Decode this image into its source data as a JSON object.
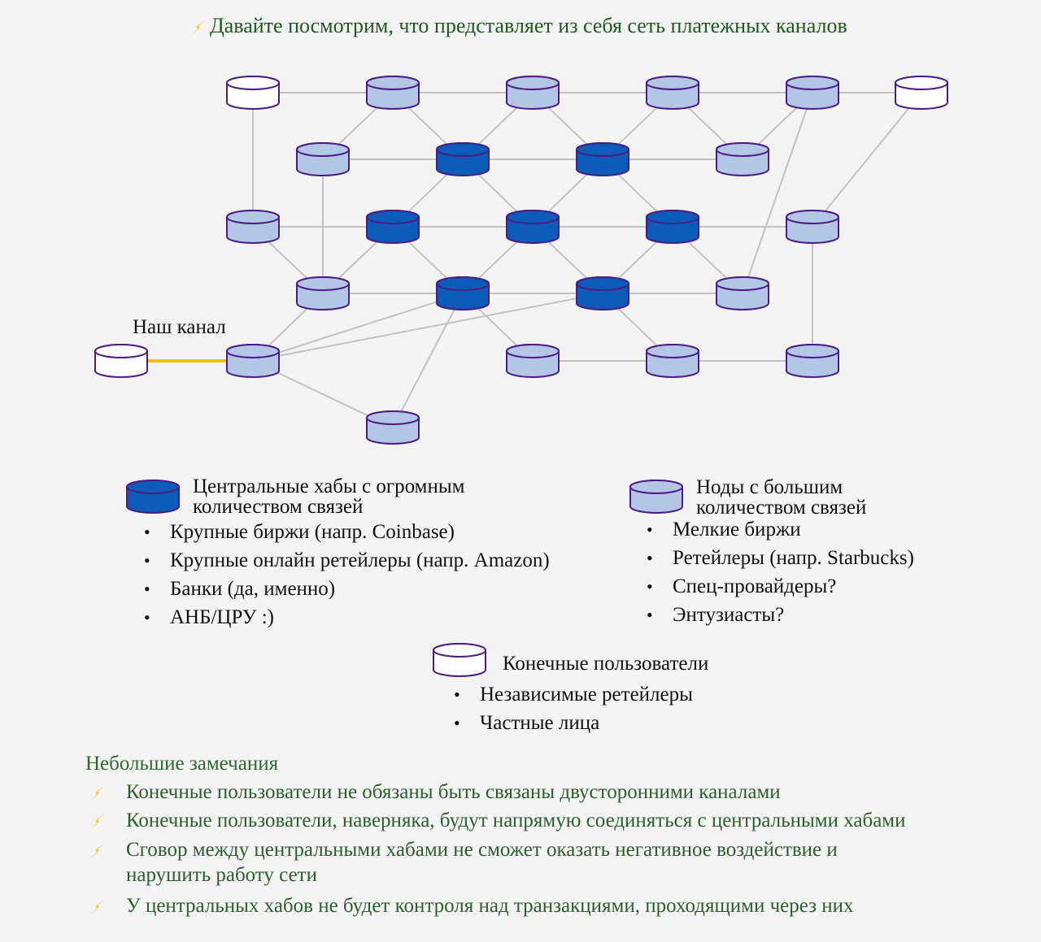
{
  "title": "Давайте посмотрим, что представляет из себя сеть платежных каналов",
  "our_channel_label": "Наш канал",
  "colors": {
    "hub": "#0a5cb8",
    "node": "#b4c6e6",
    "user": "#ffffff",
    "outline": "#4b1b86",
    "edge": "#c3c3c3",
    "our_channel": "#f4c000",
    "bolt": "#f5c000"
  },
  "legend": {
    "hubs": {
      "heading_line1": "Центральные хабы с огромным",
      "heading_line2": "количеством связей",
      "items": [
        "Крупные биржи (напр. Coinbase)",
        "Крупные онлайн ретейлеры (напр. Amazon)",
        "Банки (да, именно)",
        "АНБ/ЦРУ :)"
      ]
    },
    "nodes": {
      "heading_line1": "Ноды с большим",
      "heading_line2": "количеством связей",
      "items": [
        "Мелкие биржи",
        "Ретейлеры (напр. Starbucks)",
        "Спец-провайдеры?",
        "Энтузиасты?"
      ]
    },
    "users": {
      "heading": "Конечные пользователи",
      "items": [
        "Независимые ретейлеры",
        "Частные лица"
      ]
    }
  },
  "notes": {
    "title": "Небольшие замечания",
    "items": [
      {
        "line1": "Конечные пользователи не обязаны быть связаны двусторонними каналами",
        "line2": ""
      },
      {
        "line1": "Конечные пользователи, наверняка, будут напрямую соединяться с центральными хабами",
        "line2": ""
      },
      {
        "line1": "Сговор между центральными хабами не сможет оказать негативное воздействие и",
        "line2": "нарушить работу сети"
      },
      {
        "line1": "У центральных хабов не будет контроля над транзакциями, проходящими через них",
        "line2": ""
      }
    ]
  }
}
